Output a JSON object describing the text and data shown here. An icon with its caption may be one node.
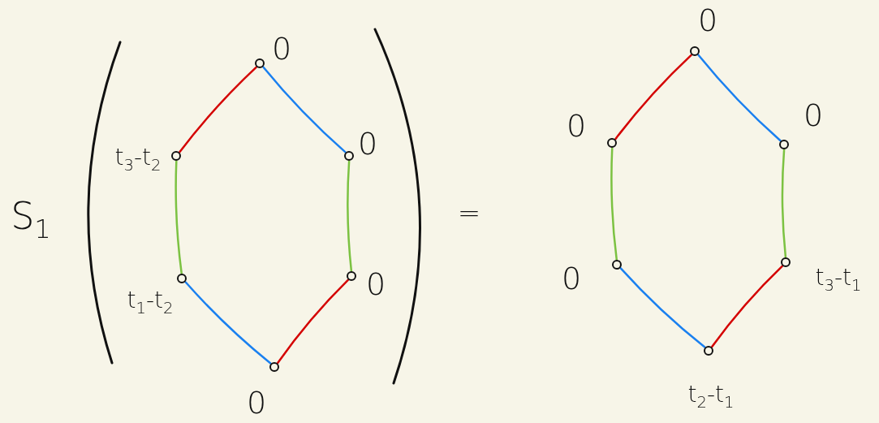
{
  "diagram": {
    "nodes": [
      {
        "text": [],
        "shape": "circle",
        "beside": [
          "0"
        ]
      },
      {
        "text": [],
        "shape": "circle",
        "beside": [
          "t$_{3}$-t$_{2}$"
        ]
      },
      {
        "text": [],
        "shape": "circle",
        "beside": [
          "0"
        ]
      },
      {
        "text": [],
        "shape": "circle",
        "beside": [
          "t$_{1}$-t$_{2}$"
        ]
      },
      {
        "text": [],
        "shape": "circle",
        "beside": [
          "0"
        ]
      },
      {
        "text": [],
        "shape": "circle",
        "beside": [
          "0"
        ]
      },
      {
        "text": [],
        "shape": "circle",
        "beside": [
          "0"
        ]
      },
      {
        "text": [],
        "shape": "circle",
        "beside": [
          "0"
        ]
      },
      {
        "text": [],
        "shape": "circle",
        "beside": [
          "0"
        ]
      },
      {
        "text": [],
        "shape": "circle",
        "beside": [
          "0"
        ]
      },
      {
        "text": [],
        "shape": "circle",
        "beside": [
          "t$_{3}$-t$_{1}$"
        ]
      },
      {
        "text": [],
        "shape": "circle",
        "beside": [
          "t$_{2}$-t$_{1}$"
        ]
      }
    ],
    "edges": [
      {
        "from": 0,
        "to": 1,
        "arrow": "none",
        "color": "#d40000"
      },
      {
        "from": 0,
        "to": 2,
        "arrow": "none",
        "color": "#1a80f0"
      },
      {
        "from": 1,
        "to": 3,
        "arrow": "none",
        "color": "#7cc242"
      },
      {
        "from": 2,
        "to": 4,
        "arrow": "none",
        "color": "#7cc242"
      },
      {
        "from": 3,
        "to": 5,
        "arrow": "none",
        "color": "#1a80f0"
      },
      {
        "from": 4,
        "to": 5,
        "arrow": "none",
        "color": "#d40000"
      },
      {
        "from": 6,
        "to": 7,
        "arrow": "none",
        "color": "#d40000"
      },
      {
        "from": 6,
        "to": 8,
        "arrow": "none",
        "color": "#1a80f0"
      },
      {
        "from": 7,
        "to": 9,
        "arrow": "none",
        "color": "#7cc242"
      },
      {
        "from": 8,
        "to": 10,
        "arrow": "none",
        "color": "#7cc242"
      },
      {
        "from": 9,
        "to": 11,
        "arrow": "none",
        "color": "#1a80f0"
      },
      {
        "from": 10,
        "to": 11,
        "arrow": "none",
        "color": "#d40000"
      }
    ],
    "labels": [
      "S$_{1}$",
      "="
    ]
  }
}
